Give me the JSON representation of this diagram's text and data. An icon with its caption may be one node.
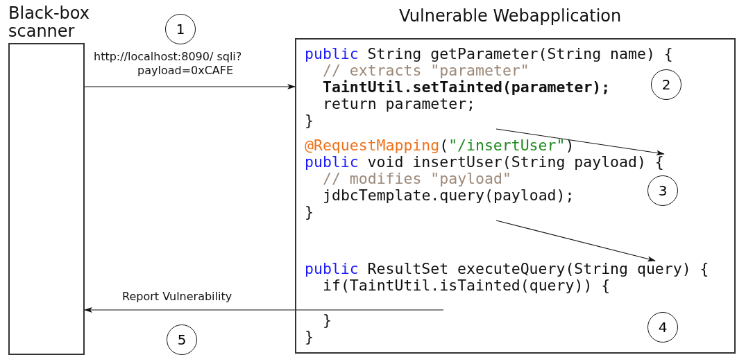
{
  "diagram": {
    "nodes": [
      {
        "text": [
          "Black-box scanner"
        ]
      },
      {
        "text": [
          "1"
        ]
      },
      {
        "text": [
          "Vulnerable Webapplication"
        ]
      },
      {
        "text": [
          "public String getParameter(String name) {",
          "// extracts \"parameter\"",
          "TaintUtil.setTainted(parameter);",
          "return parameter;",
          "}"
        ],
        "in": 2
      },
      {
        "text": [
          "2"
        ],
        "in": 2
      },
      {
        "text": [
          "@RequestMapping(\"/insertUser\")",
          "public void insertUser(String payload) {",
          "// modifies \"payload\"",
          "jdbcTemplate.query(payload);",
          "}"
        ],
        "in": 2
      },
      {
        "text": [
          "3"
        ],
        "in": 2
      },
      {
        "text": [
          "public ResultSet executeQuery(String query) {",
          "if(TaintUtil.isTainted(query)) {",
          "}",
          "}"
        ],
        "in": 2
      },
      {
        "text": [
          "4"
        ],
        "in": 2
      },
      {
        "text": [
          "5"
        ]
      }
    ],
    "edges": [
      {
        "from": 0,
        "to": 2,
        "arrow": "to",
        "label": "http://localhost:8090/ sqli?payload=0xCAFE"
      },
      {
        "from": 3,
        "to": 5,
        "arrow": "to"
      },
      {
        "from": 5,
        "to": 7,
        "arrow": "to"
      },
      {
        "from": 7,
        "to": 0,
        "arrow": "to",
        "label": "Report Vulnerability"
      }
    ]
  }
}
